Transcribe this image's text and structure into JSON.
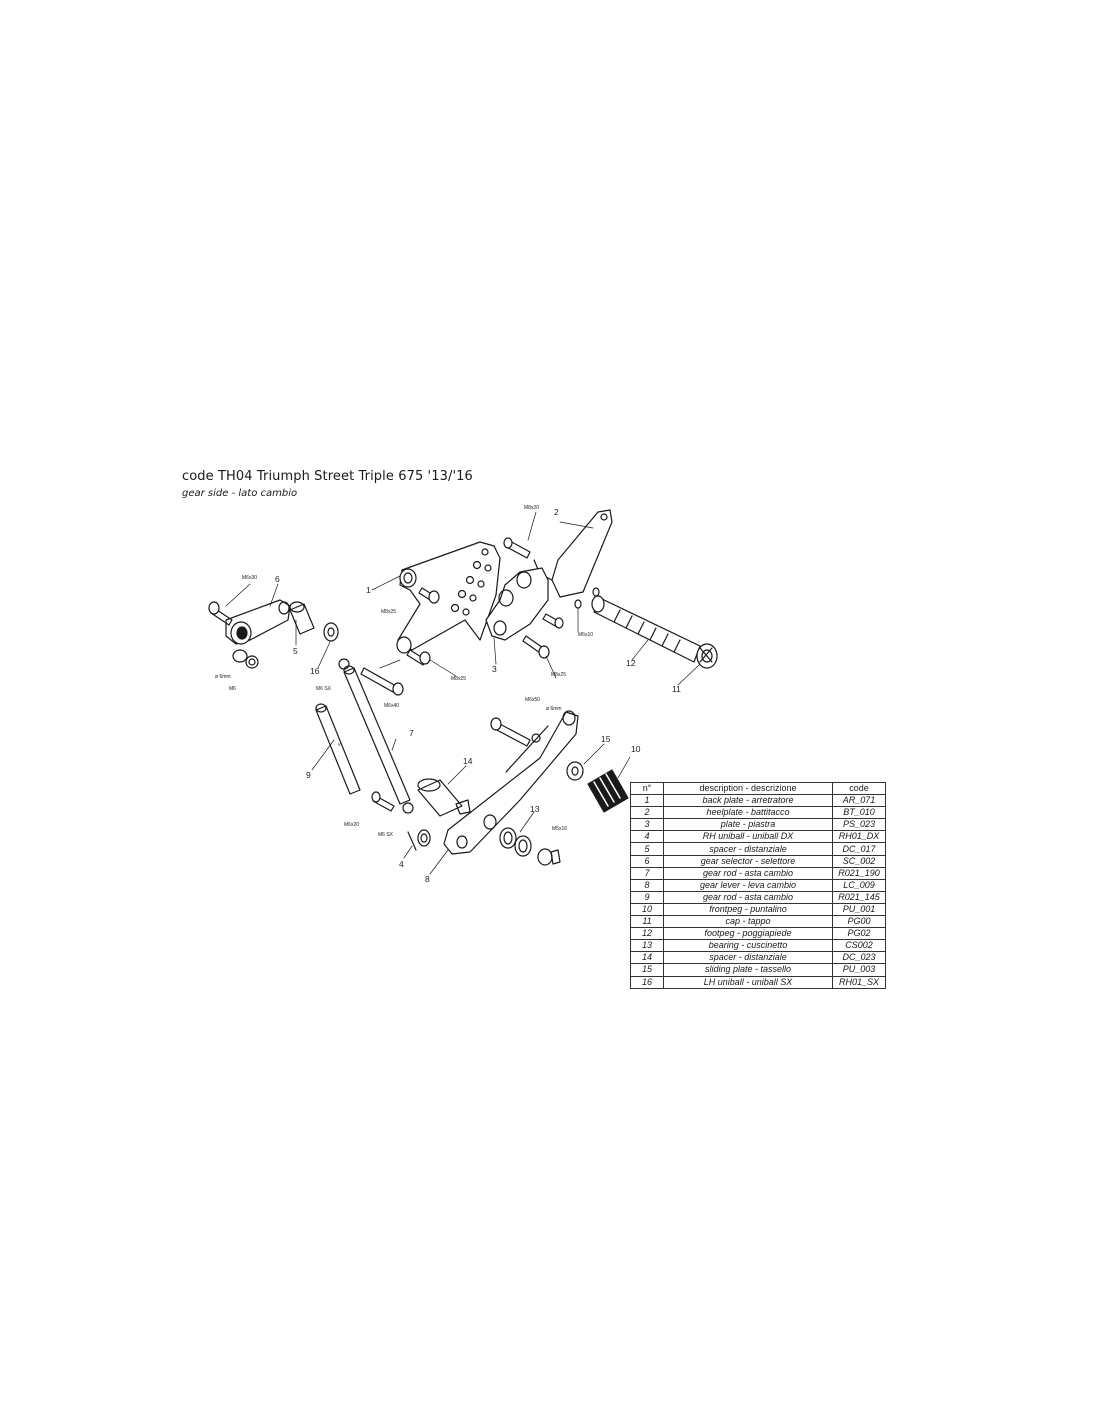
{
  "header": {
    "title": "code TH04 Triumph Street Triple 675 '13/'16",
    "subtitle": "gear side - lato cambio"
  },
  "diagram": {
    "callouts": [
      "1",
      "2",
      "3",
      "4",
      "5",
      "6",
      "7",
      "8",
      "9",
      "10",
      "11",
      "12",
      "13",
      "14",
      "15",
      "16"
    ],
    "specs": {
      "m6x30": "M6x30",
      "m8x20_top": "M8x20",
      "m8x25_a": "M8x25",
      "m8x25_b": "M8x25",
      "m8x25_c": "M8x25",
      "m6x10": "M6x10",
      "m6x40": "M6x40",
      "m6x50": "M6x50",
      "d6mm_a": "ø 6mm",
      "d6mm_b": "ø 6mm",
      "m6": "M6",
      "m6sx_a": "M6 SX",
      "m6sx_b": "M6 SX",
      "m6x20": "M6x20",
      "m5x16": "M5x16",
      "rod_mark": "v"
    }
  },
  "parts_table": {
    "headers": [
      "n°",
      "description - descrizione",
      "code"
    ],
    "rows": [
      [
        "1",
        "back plate - arretratore",
        "AR_071"
      ],
      [
        "2",
        "heelplate - battitacco",
        "BT_010"
      ],
      [
        "3",
        "plate - piastra",
        "PS_023"
      ],
      [
        "4",
        "RH uniball - uniball DX",
        "RH01_DX"
      ],
      [
        "5",
        "spacer - distanziale",
        "DC_017"
      ],
      [
        "6",
        "gear selector - selettore",
        "SC_002"
      ],
      [
        "7",
        "gear rod - asta cambio",
        "R021_190"
      ],
      [
        "8",
        "gear lever - leva cambio",
        "LC_009"
      ],
      [
        "9",
        "gear rod - asta cambio",
        "R021_145"
      ],
      [
        "10",
        "frontpeg - puntalino",
        "PU_001"
      ],
      [
        "11",
        "cap - tappo",
        "PG00"
      ],
      [
        "12",
        "footpeg - poggiapiede",
        "PG02"
      ],
      [
        "13",
        "bearing - cuscinetto",
        "CS002"
      ],
      [
        "14",
        "spacer - distanziale",
        "DC_023"
      ],
      [
        "15",
        "sliding plate - tassello",
        "PU_003"
      ],
      [
        "16",
        "LH uniball - uniball SX",
        "RH01_SX"
      ]
    ]
  }
}
